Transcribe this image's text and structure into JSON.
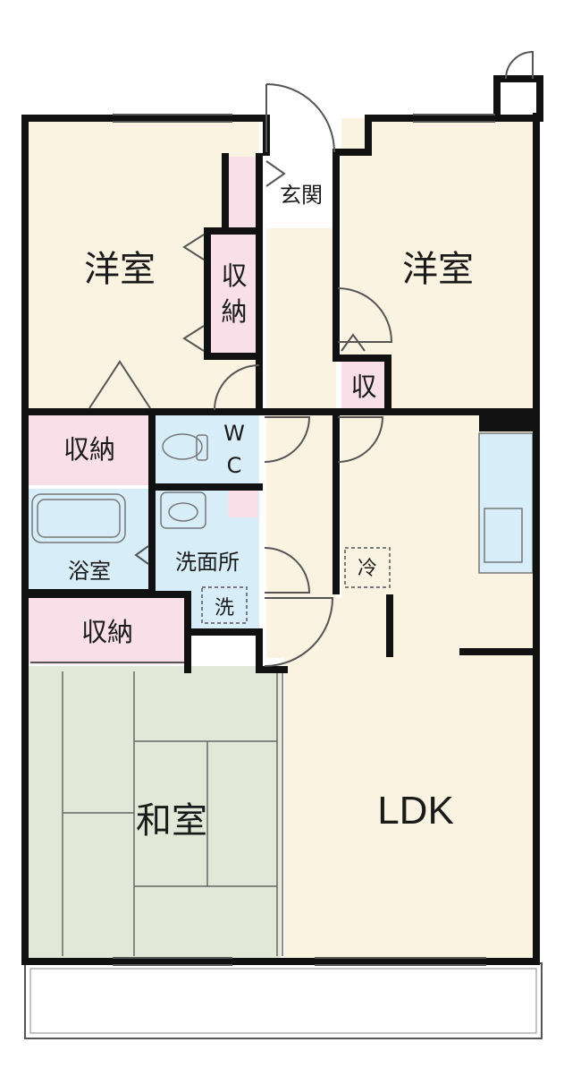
{
  "rooms": {
    "western_left": "洋室",
    "western_right": "洋室",
    "entrance": "玄関",
    "closet_vertical_1": "収",
    "closet_vertical_2": "納",
    "closet_small": "収",
    "storage_left": "収納",
    "wc_w": "W",
    "wc_c": "C",
    "bathroom": "浴室",
    "washroom": "洗面所",
    "washer": "洗",
    "fridge": "冷",
    "storage_lower": "収納",
    "japanese": "和室",
    "ldk": "LDK"
  },
  "colors": {
    "western": "#fbf3e1",
    "storage": "#f9e0e8",
    "wet": "#d7eef9",
    "tatami": "#e1e8d7",
    "wall": "#111111"
  }
}
